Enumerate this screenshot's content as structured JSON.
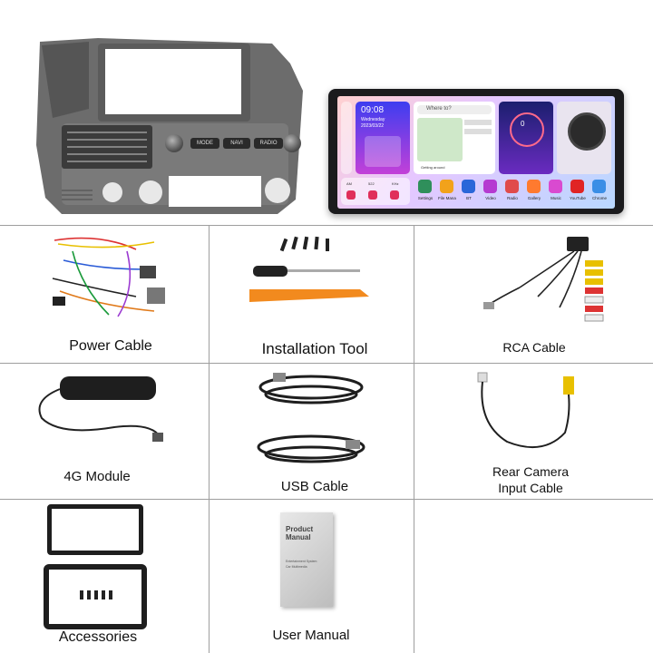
{
  "unit_screen": {
    "clock": "09:08",
    "day": "Wednesday",
    "date": "2023/03/22",
    "search_placeholder": "Where to?",
    "speed": "0",
    "map_caption": "Getting around",
    "radio_band": "AM",
    "radio_freq": "522",
    "radio_unit": "KHz",
    "apps": [
      {
        "label": "Settings",
        "color": "#2f8f5b"
      },
      {
        "label": "File Mana",
        "color": "#f2a21b"
      },
      {
        "label": "BT",
        "color": "#2a66d9"
      },
      {
        "label": "Video",
        "color": "#b53ad1"
      },
      {
        "label": "Radio",
        "color": "#e04b4b"
      },
      {
        "label": "Gallery",
        "color": "#ff7a2f"
      },
      {
        "label": "Music",
        "color": "#d94ad0"
      },
      {
        "label": "YouTube",
        "color": "#e02424"
      },
      {
        "label": "Chrome",
        "color": "#3a8ee6"
      }
    ]
  },
  "bezel": {
    "buttons": [
      "MODE",
      "NAVI",
      "RADIO"
    ]
  },
  "items": {
    "power_cable": "Power Cable",
    "installation_tool": "Installation Tool",
    "rca_cable": "RCA Cable",
    "module_4g": "4G Module",
    "usb_cable": "USB Cable",
    "rear_camera_line1": "Rear Camera",
    "rear_camera_line2": "Input Cable",
    "accessories": "Accessories",
    "user_manual": "User Manual"
  },
  "manual": {
    "title_line1": "Product",
    "title_line2": "Manual",
    "subtitle": "Entertainment System",
    "subtitle2": "Car Multimedia"
  }
}
